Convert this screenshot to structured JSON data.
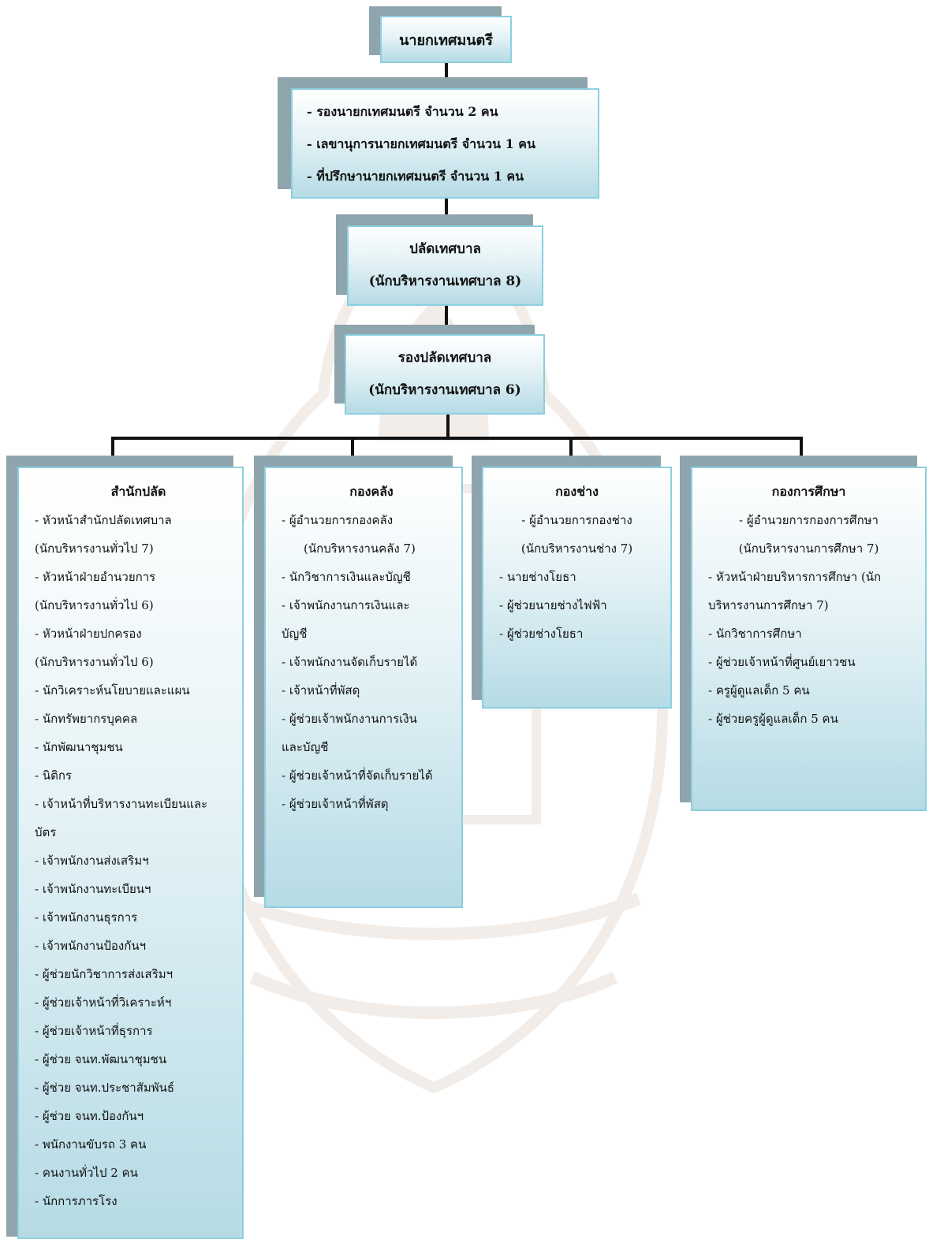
{
  "top": {
    "title": "นายกเทศมนตรี"
  },
  "deputies": {
    "lines": [
      "- รองนายกเทศมนตรี  จำนวน  2  คน",
      "- เลขานุการนายกเทศมนตรี  จำนวน  1  คน",
      "- ที่ปรึกษานายกเทศมนตรี  จำนวน  1  คน"
    ]
  },
  "palad": {
    "title": "ปลัดเทศบาล",
    "subtitle": "(นักบริหารงานเทศบาล 8)"
  },
  "rong_palad": {
    "title": "รองปลัดเทศบาล",
    "subtitle": "(นักบริหารงานเทศบาล 6)"
  },
  "departments": [
    {
      "title": "สำนักปลัด",
      "items": [
        "- หัวหน้าสำนักปลัดเทศบาล",
        "(นักบริหารงานทั่วไป 7)",
        "- หัวหน้าฝ่ายอำนวยการ",
        "(นักบริหารงานทั่วไป 6)",
        "- หัวหน้าฝ่ายปกครอง",
        "(นักบริหารงานทั่วไป 6)",
        "- นักวิเคราะห์นโยบายและแผน",
        "- นักทรัพยากรบุคคล",
        "- นักพัฒนาชุมชน",
        "- นิติกร",
        "- เจ้าหน้าที่บริหารงานทะเบียนและ",
        "บัตร",
        "- เจ้าพนักงานส่งเสริมฯ",
        "- เจ้าพนักงานทะเบียนฯ",
        "- เจ้าพนักงานธุรการ",
        "- เจ้าพนักงานป้องกันฯ",
        "- ผู้ช่วยนักวิชาการส่งเสริมฯ",
        "- ผู้ช่วยเจ้าหน้าที่วิเคราะห์ฯ",
        "- ผู้ช่วยเจ้าหน้าที่ธุรการ",
        "- ผู้ช่วย จนท.พัฒนาชุมชน",
        "- ผู้ช่วย จนท.ประชาสัมพันธ์",
        "- ผู้ช่วย จนท.ป้องกันฯ",
        "- พนักงานขับรถ  3 คน",
        "- คนงานทั่วไป  2 คน",
        "- นักการภารโรง"
      ]
    },
    {
      "title": "กองคลัง",
      "items": [
        "- ผู้อำนวยการกองคลัง",
        "(นักบริหารงานคลัง 7)",
        "- นักวิชาการเงินและบัญชี",
        "- เจ้าพนักงานการเงินและ",
        "บัญชี",
        "- เจ้าพนักงานจัดเก็บรายได้",
        "- เจ้าหน้าที่พัสดุ",
        "- ผู้ช่วยเจ้าพนักงานการเงิน",
        "และบัญชี",
        "- ผู้ช่วยเจ้าหน้าที่จัดเก็บรายได้",
        "- ผู้ช่วยเจ้าหน้าที่พัสดุ"
      ]
    },
    {
      "title": "กองช่าง",
      "items": [
        "- ผู้อำนวยการกองช่าง",
        "(นักบริหารงานช่าง 7)",
        "- นายช่างโยธา",
        "- ผู้ช่วยนายช่างไฟฟ้า",
        "- ผู้ช่วยช่างโยธา"
      ]
    },
    {
      "title": "กองการศึกษา",
      "items": [
        "- ผู้อำนวยการกองการศึกษา",
        "(นักบริหารงานการศึกษา 7)",
        "- หัวหน้าฝ่ายบริหารการศึกษา (นัก",
        "บริหารงานการศึกษา 7)",
        "- นักวิชาการศึกษา",
        "- ผู้ช่วยเจ้าหน้าที่ศูนย์เยาวชน",
        "- ครูผู้ดูแลเด็ก  5 คน",
        "- ผู้ช่วยครูผู้ดูแลเด็ก  5 คน"
      ]
    }
  ]
}
